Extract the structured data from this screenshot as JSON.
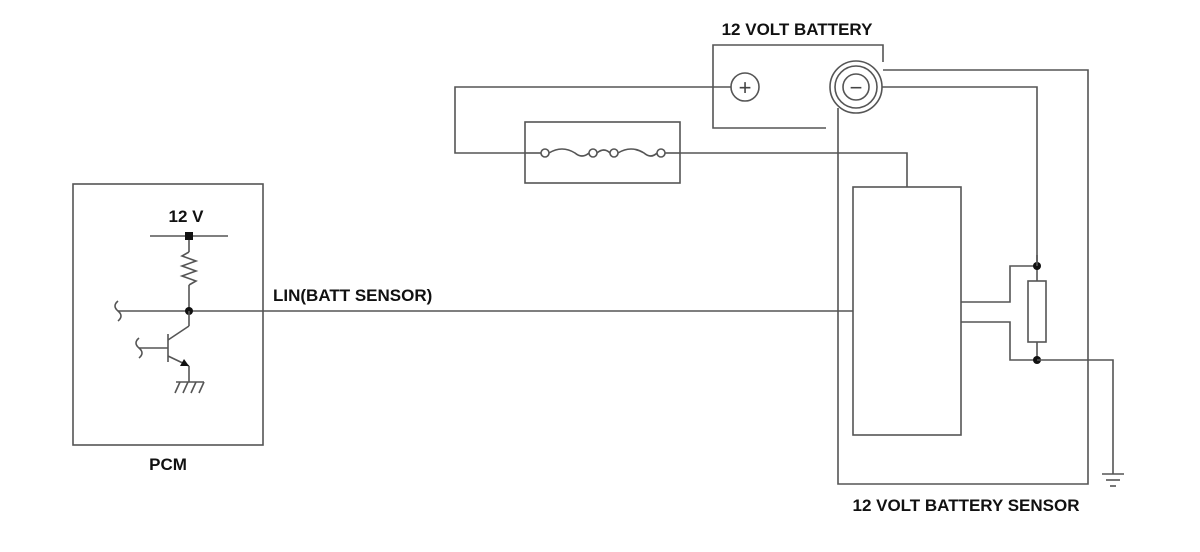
{
  "labels": {
    "battery": "12 VOLT BATTERY",
    "battery_sensor": "12 VOLT BATTERY SENSOR",
    "pcm": "PCM",
    "supply": "12 V",
    "lin": "LIN(BATT SENSOR)"
  },
  "symbols": {
    "positive": "+",
    "negative": "−"
  },
  "icons": [
    "fuse-icon",
    "resistor-icon",
    "transistor-icon",
    "chassis-ground-icon",
    "earth-ground-icon",
    "shunt-resistor-icon"
  ],
  "colors": {
    "wire": "#555555",
    "text": "#111111",
    "junction": "#111111"
  }
}
